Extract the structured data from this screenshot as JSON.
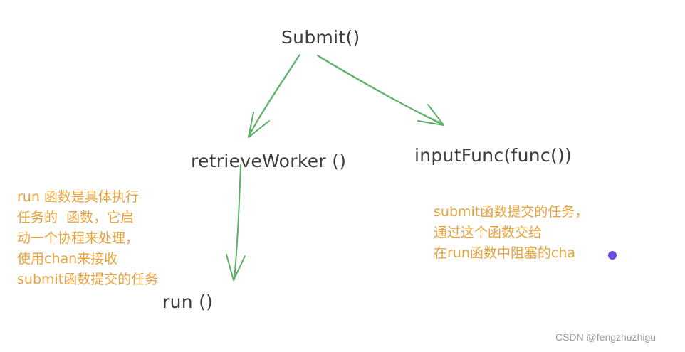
{
  "nodes": {
    "submit": "Submit()",
    "retrieve_worker": "retrieveWorker ()",
    "input_func": "inputFunc(func())",
    "run": "run ()"
  },
  "notes": {
    "run_note": "run 函数是具体执行\n任务的  函数，它启\n动一个协程来处理，\n使用chan来接收\nsubmit函数提交的任务",
    "submit_note": "submit函数提交的任务，\n通过这个函数交给\n在run函数中阻塞的cha"
  },
  "edges": [
    {
      "from": "Submit()",
      "to": "retrieveWorker ()"
    },
    {
      "from": "Submit()",
      "to": "inputFunc(func())"
    },
    {
      "from": "retrieveWorker ()",
      "to": "run ()"
    }
  ],
  "watermark": "CSDN @fengzhuzhigu",
  "colors": {
    "text": "#3d3d3d",
    "arrow": "#5bb068",
    "note": "#e8a33d",
    "cursor": "#6a4be0",
    "watermark": "#9a9a9a"
  }
}
